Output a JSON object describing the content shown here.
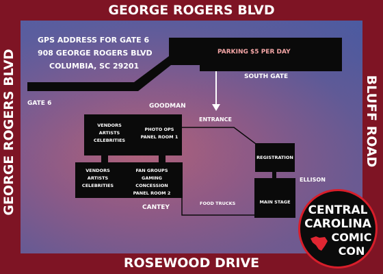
{
  "roads": {
    "top": "GEORGE ROGERS BLVD",
    "bottom": "ROSEWOOD DRIVE",
    "left": "GEORGE ROGERS BLVD",
    "right": "BLUFF ROAD"
  },
  "gps": {
    "title": "GPS ADDRESS FOR GATE 6",
    "street": "908 GEORGE ROGERS BLVD",
    "city": "COLUMBIA, SC 29201"
  },
  "labels": {
    "parking": "PARKING $5 PER DAY",
    "south_gate": "SOUTH GATE",
    "gate6": "GATE 6",
    "goodman": "GOODMAN",
    "entrance": "ENTRANCE",
    "ellison": "ELLISON",
    "cantey": "CANTEY",
    "food_trucks": "FOOD TRUCKS"
  },
  "rooms": {
    "vendors_top": "VENDORS\nARTISTS\nCELEBRITIES",
    "photo_ops": "PHOTO OPS\nPANEL ROOM 1",
    "vendors_bottom": "VENDORS\nARTISTS\nCELEBRITIES",
    "fan_groups": "FAN GROUPS\nGAMING\nCONCESSION\nPANEL ROOM 2",
    "registration": "REGISTRATION",
    "main_stage": "MAIN STAGE"
  },
  "logo": {
    "line1": "CENTRAL",
    "line2": "CAROLINA",
    "line3": "COMIC",
    "line4": "CON"
  },
  "colors": {
    "frame": "#7e1424",
    "building": "#0a0a0a",
    "parking_text": "#f4a6a6",
    "logo_border": "#d81e2a"
  }
}
